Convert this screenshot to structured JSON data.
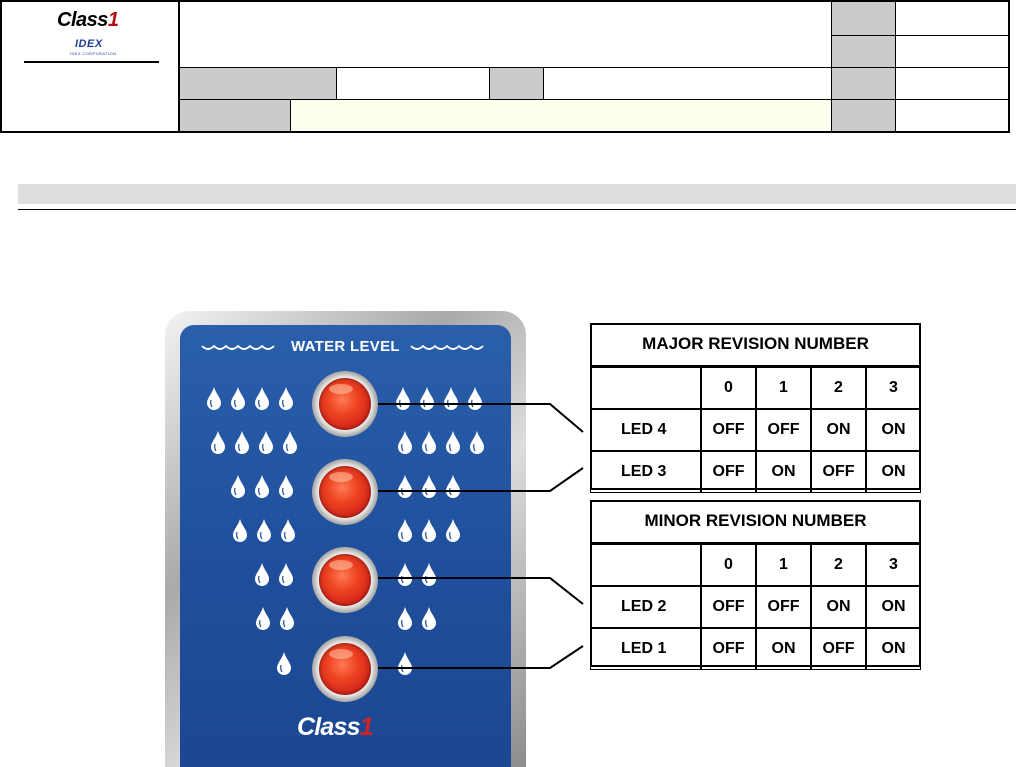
{
  "header": {
    "logo": {
      "name": "Class",
      "mark": "1",
      "sub": "IDEX",
      "corp": "IDEX CORPORATION"
    }
  },
  "panel": {
    "title": "WATER LEVEL",
    "logo": {
      "name": "Class",
      "mark": "1"
    },
    "colors": {
      "face": "#1f4f9c",
      "led": "#e0301c",
      "bezel": "#b5b5b5"
    }
  },
  "tables": {
    "major": {
      "title": "MAJOR REVISION NUMBER",
      "columns": [
        "0",
        "1",
        "2",
        "3"
      ],
      "rows": [
        {
          "label": "LED 4",
          "values": [
            "OFF",
            "OFF",
            "ON",
            "ON"
          ]
        },
        {
          "label": "LED 3",
          "values": [
            "OFF",
            "ON",
            "OFF",
            "ON"
          ]
        }
      ]
    },
    "minor": {
      "title": "MINOR REVISION NUMBER",
      "columns": [
        "0",
        "1",
        "2",
        "3"
      ],
      "rows": [
        {
          "label": "LED 2",
          "values": [
            "OFF",
            "OFF",
            "ON",
            "ON"
          ]
        },
        {
          "label": "LED 1",
          "values": [
            "OFF",
            "ON",
            "OFF",
            "ON"
          ]
        }
      ]
    }
  }
}
